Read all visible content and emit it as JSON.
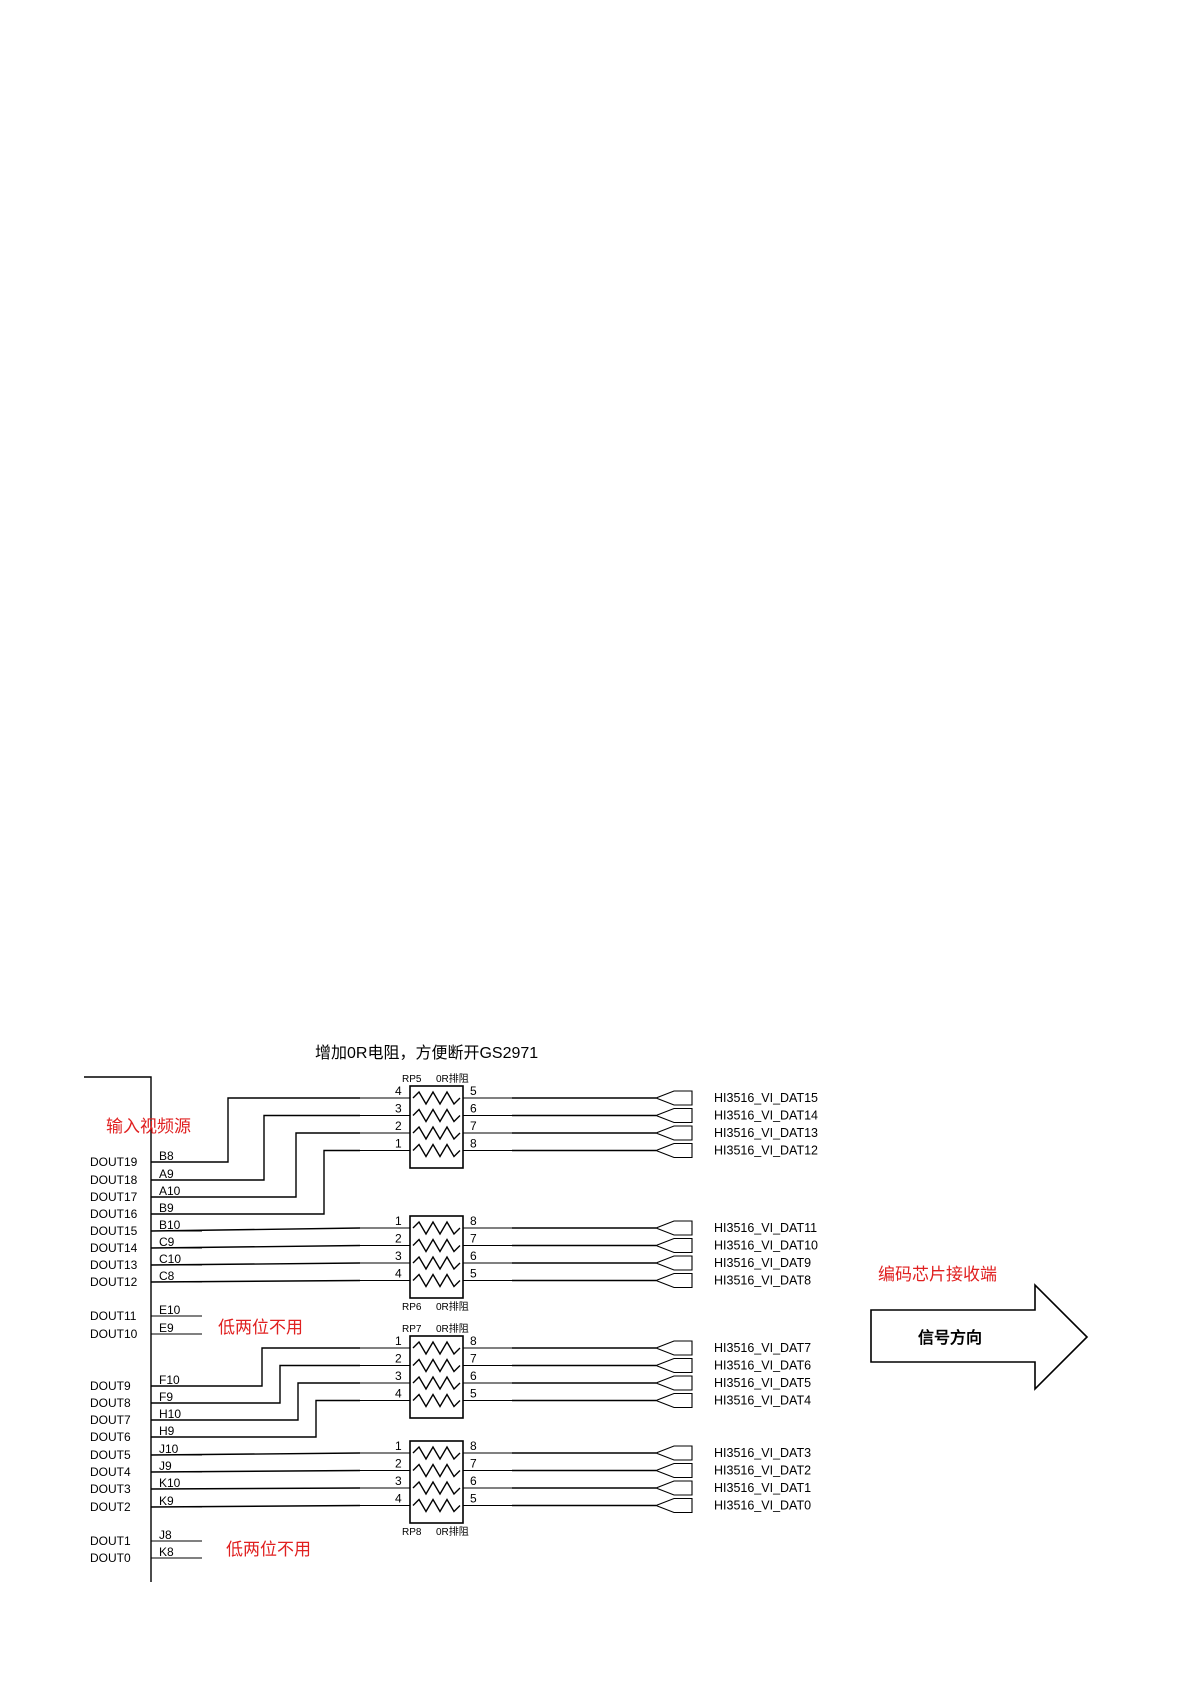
{
  "title": "增加0R电阻，方便断开GS2971",
  "notes": {
    "input_source": "输入视频源",
    "unused_1": "低两位不用",
    "unused_2": "低两位不用",
    "receiver": "编码芯片接收端"
  },
  "arrow": {
    "label": "信号方向"
  },
  "accent_color": "#e02020",
  "source_pins": [
    {
      "signal": "DOUT19",
      "ball": "B8"
    },
    {
      "signal": "DOUT18",
      "ball": "A9"
    },
    {
      "signal": "DOUT17",
      "ball": "A10"
    },
    {
      "signal": "DOUT16",
      "ball": "B9"
    },
    {
      "signal": "DOUT15",
      "ball": "B10"
    },
    {
      "signal": "DOUT14",
      "ball": "C9"
    },
    {
      "signal": "DOUT13",
      "ball": "C10"
    },
    {
      "signal": "DOUT12",
      "ball": "C8"
    },
    {
      "signal": "DOUT11",
      "ball": "E10"
    },
    {
      "signal": "DOUT10",
      "ball": "E9"
    },
    {
      "signal": "DOUT9",
      "ball": "F10"
    },
    {
      "signal": "DOUT8",
      "ball": "F9"
    },
    {
      "signal": "DOUT7",
      "ball": "H10"
    },
    {
      "signal": "DOUT6",
      "ball": "H9"
    },
    {
      "signal": "DOUT5",
      "ball": "J10"
    },
    {
      "signal": "DOUT4",
      "ball": "J9"
    },
    {
      "signal": "DOUT3",
      "ball": "K10"
    },
    {
      "signal": "DOUT2",
      "ball": "K9"
    },
    {
      "signal": "DOUT1",
      "ball": "J8"
    },
    {
      "signal": "DOUT0",
      "ball": "K8"
    }
  ],
  "resistor_packs": [
    {
      "ref": "RP5",
      "value": "0R排阻",
      "left_pins": [
        "4",
        "3",
        "2",
        "1"
      ],
      "right_pins": [
        "5",
        "6",
        "7",
        "8"
      ],
      "nets": [
        "HI3516_VI_DAT15",
        "HI3516_VI_DAT14",
        "HI3516_VI_DAT13",
        "HI3516_VI_DAT12"
      ]
    },
    {
      "ref": "RP6",
      "value": "0R排阻",
      "left_pins": [
        "1",
        "2",
        "3",
        "4"
      ],
      "right_pins": [
        "8",
        "7",
        "6",
        "5"
      ],
      "nets": [
        "HI3516_VI_DAT11",
        "HI3516_VI_DAT10",
        "HI3516_VI_DAT9",
        "HI3516_VI_DAT8"
      ]
    },
    {
      "ref": "RP7",
      "value": "0R排阻",
      "left_pins": [
        "1",
        "2",
        "3",
        "4"
      ],
      "right_pins": [
        "8",
        "7",
        "6",
        "5"
      ],
      "nets": [
        "HI3516_VI_DAT7",
        "HI3516_VI_DAT6",
        "HI3516_VI_DAT5",
        "HI3516_VI_DAT4"
      ]
    },
    {
      "ref": "RP8",
      "value": "0R排阻",
      "left_pins": [
        "1",
        "2",
        "3",
        "4"
      ],
      "right_pins": [
        "8",
        "7",
        "6",
        "5"
      ],
      "nets": [
        "HI3516_VI_DAT3",
        "HI3516_VI_DAT2",
        "HI3516_VI_DAT1",
        "HI3516_VI_DAT0"
      ]
    }
  ]
}
